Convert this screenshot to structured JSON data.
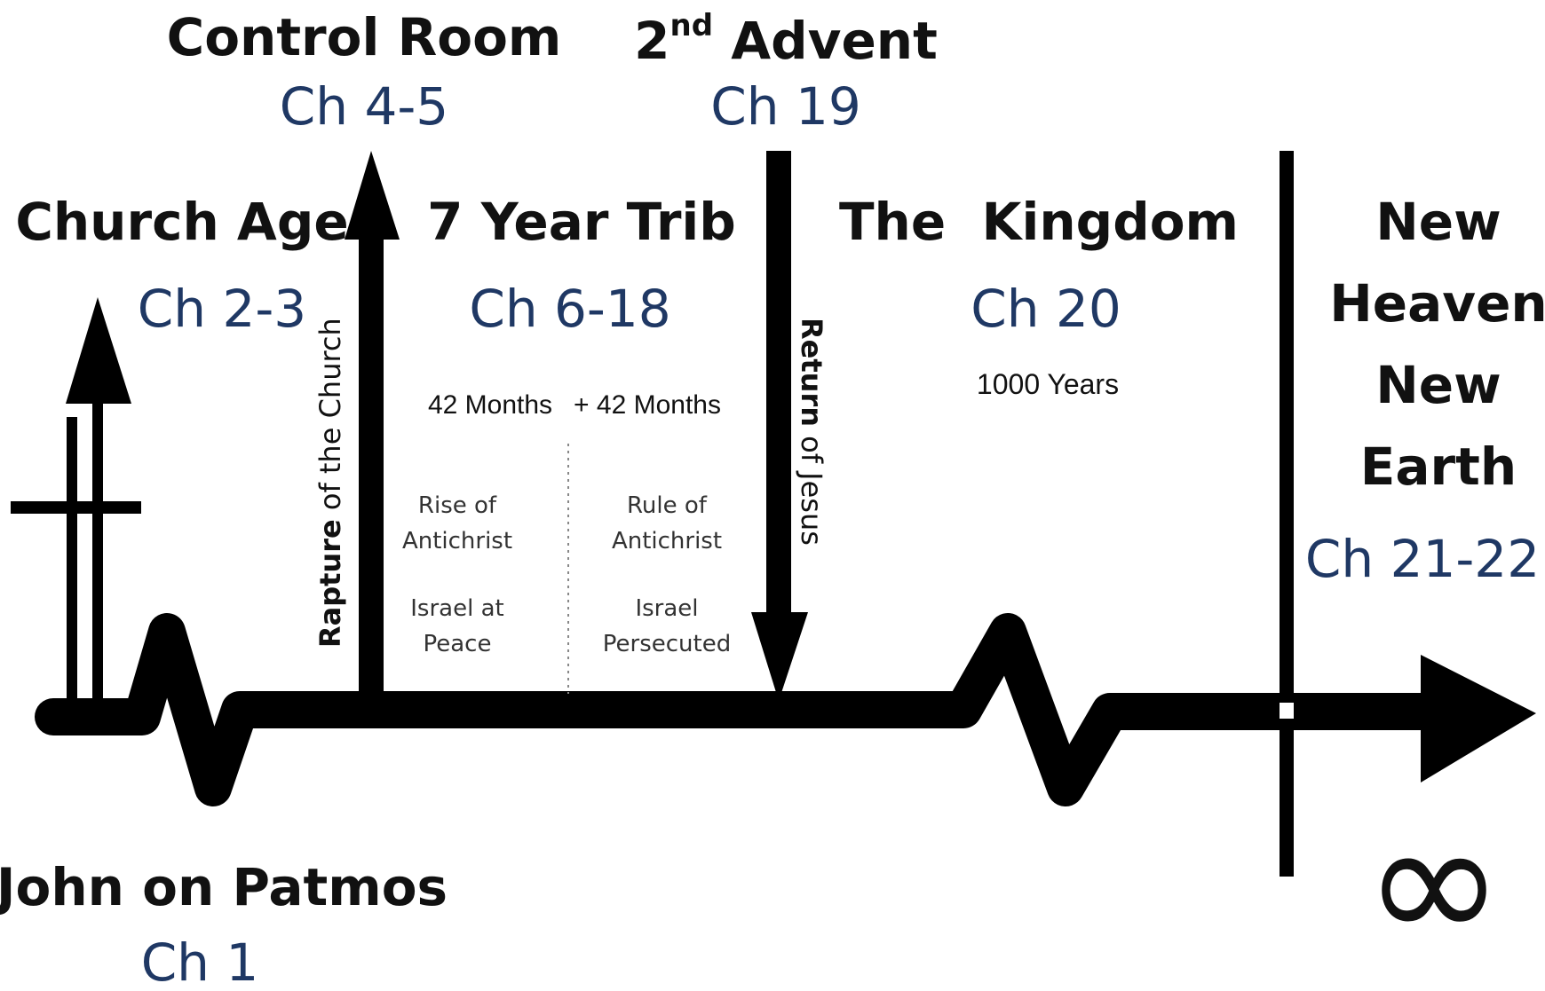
{
  "sections": {
    "control_room": {
      "title": "Control Room",
      "chapter": "Ch 4-5"
    },
    "second_advent": {
      "title_num": "2",
      "title_sup": "nd",
      "title_rest": " Advent",
      "chapter": "Ch 19"
    },
    "church_age": {
      "title": "Church Age",
      "chapter": "Ch 2-3"
    },
    "tribulation": {
      "title": "7 Year Trib",
      "chapter": "Ch 6-18",
      "months_1": "42 Months",
      "months_2": "+ 42 Months"
    },
    "kingdom": {
      "title": "The  Kingdom",
      "chapter": "Ch 20",
      "years": "1000 Years"
    },
    "new_heaven": {
      "line1": "New",
      "line2": "Heaven",
      "line3": "New",
      "line4": "Earth",
      "chapter": "Ch 21-22"
    },
    "john_patmos": {
      "title": "John on Patmos",
      "chapter": "Ch 1"
    }
  },
  "phases": {
    "first_half": {
      "line1": "Rise of",
      "line2": "Antichrist",
      "line3": "Israel at",
      "line4": "Peace"
    },
    "second_half": {
      "line1": "Rule of",
      "line2": "Antichrist",
      "line3": "Israel",
      "line4": "Persecuted"
    }
  },
  "arrows": {
    "rapture": {
      "bold": "Rapture",
      "rest": " of the Church"
    },
    "return": {
      "bold": "Return",
      "rest": " of Jesus"
    }
  },
  "symbols": {
    "infinity": "∞",
    "cross_icon": "cross-icon"
  },
  "colors": {
    "heading": "#111111",
    "chapter": "#1f3864",
    "line": "#000000"
  }
}
